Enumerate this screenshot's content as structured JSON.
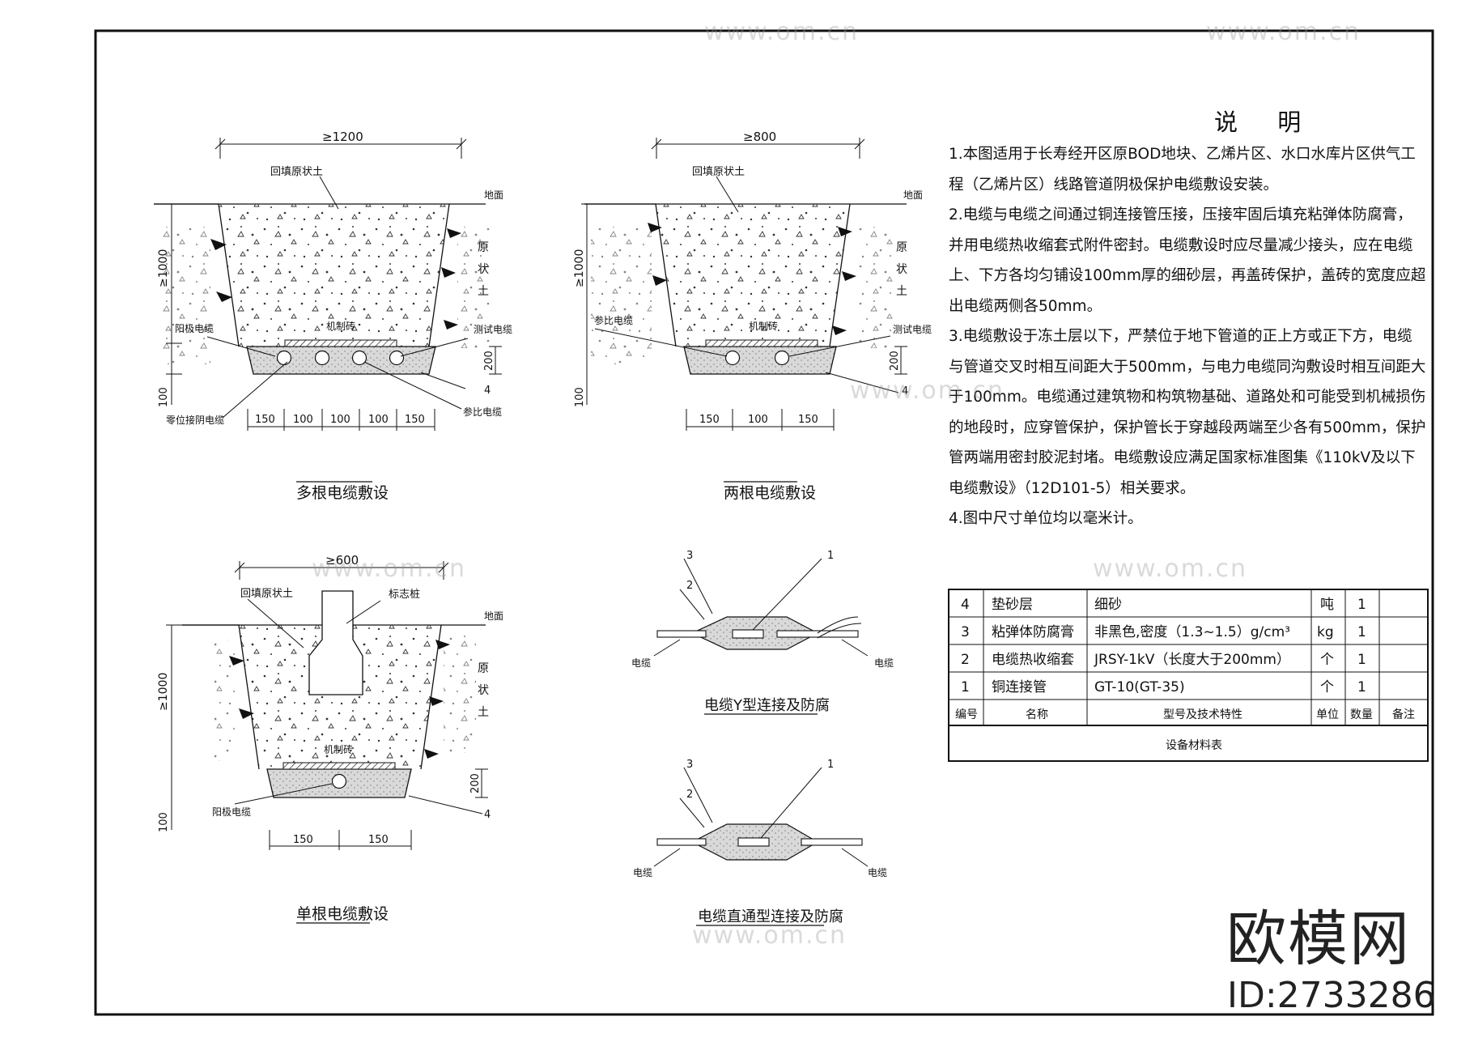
{
  "notes": {
    "title": "说 明",
    "items": [
      "1.本图适用于长寿经开区原BOD地块、乙烯片区、水口水库片区供气工程（乙烯片区）线路管道阴极保护电缆敷设安装。",
      "2.电缆与电缆之间通过铜连接管压接，压接牢固后填充粘弹体防腐膏，并用电缆热收缩套式附件密封。电缆敷设时应尽量减少接头，应在电缆上、下方各均匀铺设100mm厚的细砂层，再盖砖保护，盖砖的宽度应超出电缆两侧各50mm。",
      "3.电缆敷设于冻土层以下，严禁位于地下管道的正上方或正下方，电缆与管道交叉时相互间距大于500mm，与电力电缆同沟敷设时相互间距大于100mm。电缆通过建筑物和构筑物基础、道路处和可能受到机械损伤的地段时，应穿管保护，保护管长于穿越段两端至少各有500mm，保护管两端用密封胶泥封堵。电缆敷设应满足国家标准图集《110kV及以下电缆敷设》（12D101-5）相关要求。",
      "4.图中尺寸单位均以毫米计。"
    ]
  },
  "multi": {
    "title": "多根电缆敷设",
    "width": "≥1200",
    "depth": "≥1000",
    "ground": "地面",
    "backfill": "回填原状土",
    "soil": [
      "原",
      "状",
      "土"
    ],
    "brick": "机制砖",
    "anode": "阳极电缆",
    "test": "测试电缆",
    "zero": "零位接阴电缆",
    "ref": "参比电缆",
    "sand": "200",
    "under": "100",
    "item4": "4",
    "spacing": [
      "150",
      "100",
      "100",
      "100",
      "150"
    ]
  },
  "two": {
    "title": "两根电缆敷设",
    "width": "≥800",
    "depth": "≥1000",
    "ground": "地面",
    "backfill": "回填原状土",
    "soil": [
      "原",
      "状",
      "土"
    ],
    "brick": "机制砖",
    "ref": "参比电缆",
    "test": "测试电缆",
    "sand": "200",
    "under": "100",
    "item4": "4",
    "spacing": [
      "150",
      "100",
      "150"
    ]
  },
  "single": {
    "title": "单根电缆敷设",
    "width": "≥600",
    "depth": "≥1000",
    "ground": "地面",
    "backfill": "回填原状土",
    "marker": "标志桩",
    "soil": [
      "原",
      "状",
      "土"
    ],
    "brick": "机制砖",
    "anode": "阳极电缆",
    "sand": "200",
    "under": "100",
    "item4": "4",
    "spacing": [
      "150",
      "150"
    ]
  },
  "yjoint": {
    "title": "电缆Y型连接及防腐",
    "cable": "电缆",
    "n1": "1",
    "n2": "2",
    "n3": "3"
  },
  "straight": {
    "title": "电缆直通型连接及防腐",
    "cable": "电缆",
    "n1": "1",
    "n2": "2",
    "n3": "3"
  },
  "table": {
    "caption": "设备材料表",
    "header": [
      "编号",
      "名称",
      "型号及技术特性",
      "单位",
      "数量",
      "备注"
    ],
    "rows": [
      [
        "4",
        "垫砂层",
        "细砂",
        "吨",
        "1",
        ""
      ],
      [
        "3",
        "粘弹体防腐膏",
        "非黑色,密度（1.3~1.5）g/cm³",
        "kg",
        "1",
        ""
      ],
      [
        "2",
        "电缆热收缩套",
        "JRSY-1kV（长度大于200mm）",
        "个",
        "1",
        ""
      ],
      [
        "1",
        "铜连接管",
        "GT-10(GT-35)",
        "个",
        "1",
        ""
      ]
    ]
  },
  "watermark": {
    "brand": "欧模网",
    "id": "ID:2733286",
    "url": "www.om.cn"
  },
  "colors": {
    "line": "#111111",
    "sand": "#d9d9d9",
    "watermark": "#222222"
  }
}
